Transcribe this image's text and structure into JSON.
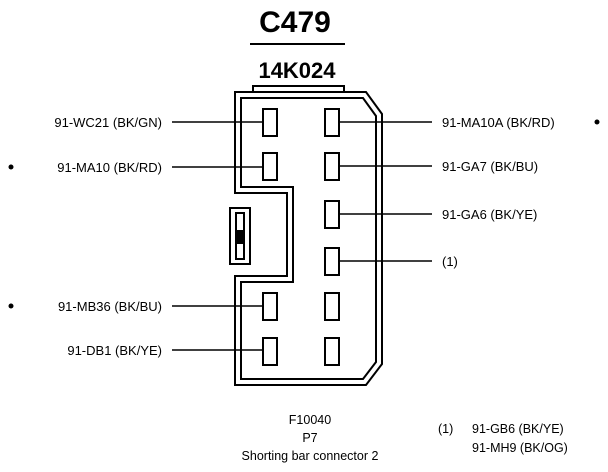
{
  "connector": {
    "id": "C479",
    "part_number": "14K024"
  },
  "wires_left": [
    {
      "label": "91-WC21 (BK/GN)",
      "dot": false
    },
    {
      "label": "91-MA10 (BK/RD)",
      "dot": true
    },
    {
      "label": "91-MB36 (BK/BU)",
      "dot": true
    },
    {
      "label": "91-DB1 (BK/YE)",
      "dot": false
    }
  ],
  "wires_right": [
    {
      "label": "91-MA10A (BK/RD)",
      "dot": true
    },
    {
      "label": "91-GA7 (BK/BU)",
      "dot": false
    },
    {
      "label": "91-GA6 (BK/YE)",
      "dot": false
    },
    {
      "label": "(1)",
      "dot": false
    }
  ],
  "caption": {
    "code": "F10040",
    "position": "P7",
    "name": "Shorting bar connector 2"
  },
  "footnote": {
    "marker": "(1)",
    "lines": [
      "91-GB6 (BK/YE)",
      "91-MH9 (BK/OG)"
    ]
  }
}
